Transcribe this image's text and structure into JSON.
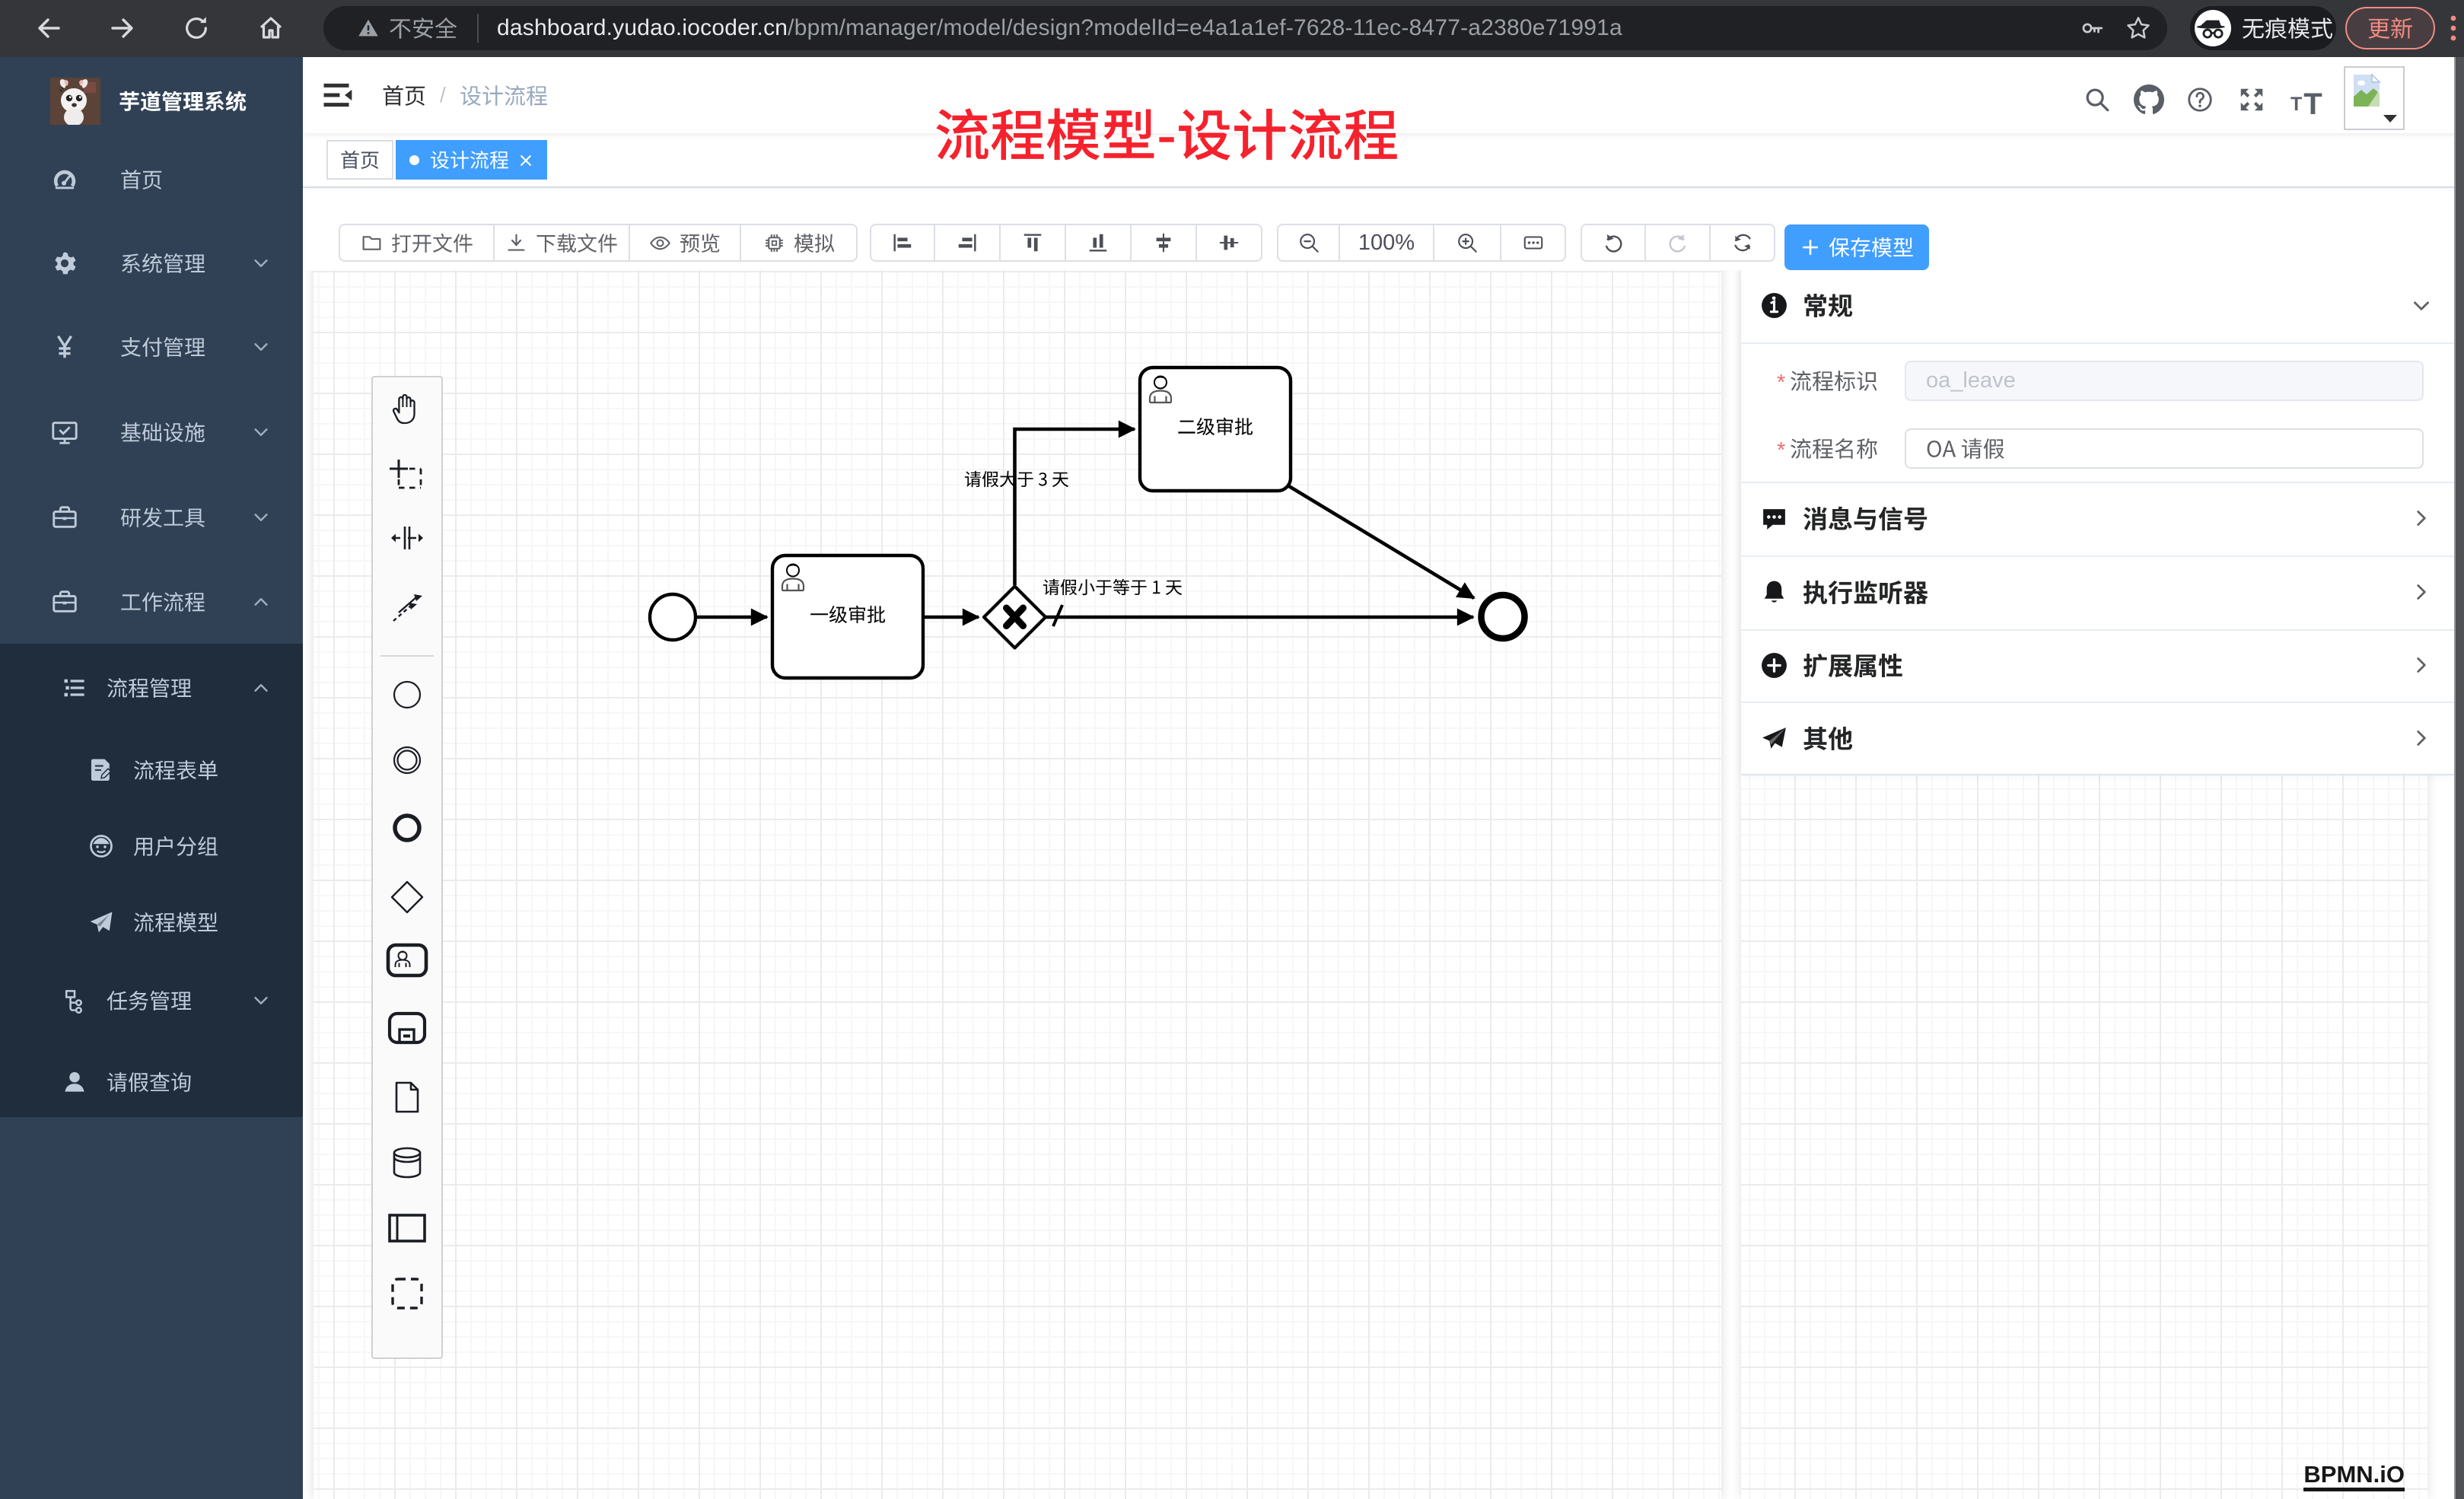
{
  "browser": {
    "security_label": "不安全",
    "url_host": "dashboard.yudao.iocoder.cn",
    "url_path": "/bpm/manager/model/design?modelId=e4a1a1ef-7628-11ec-8477-a2380e71991a",
    "incognito_label": "无痕模式",
    "update_label": "更新"
  },
  "sidebar": {
    "logo_title": "芋道管理系统",
    "items": [
      {
        "label": "首页"
      },
      {
        "label": "系统管理",
        "expandable": true
      },
      {
        "label": "支付管理",
        "expandable": true
      },
      {
        "label": "基础设施",
        "expandable": true
      },
      {
        "label": "研发工具",
        "expandable": true
      },
      {
        "label": "工作流程",
        "expandable": true,
        "expanded": true
      }
    ],
    "workflow_children": [
      {
        "label": "流程管理",
        "expandable": true,
        "expanded": true
      },
      {
        "label": "流程表单"
      },
      {
        "label": "用户分组"
      },
      {
        "label": "流程模型"
      },
      {
        "label": "任务管理",
        "expandable": true
      },
      {
        "label": "请假查询"
      }
    ]
  },
  "navbar": {
    "breadcrumb": {
      "home": "首页",
      "current": "设计流程"
    }
  },
  "tags": {
    "items": [
      {
        "label": "首页",
        "active": false
      },
      {
        "label": "设计流程",
        "active": true
      }
    ]
  },
  "annotation": {
    "text": "流程模型-设计流程",
    "color": "#f5222d"
  },
  "toolbar": {
    "open_label": "打开文件",
    "download_label": "下载文件",
    "preview_label": "预览",
    "simulate_label": "模拟",
    "zoom_value": "100%",
    "save_label": "保存模型"
  },
  "diagram": {
    "tasks": {
      "task1": "一级审批",
      "task2": "二级审批"
    },
    "flow_labels": {
      "gt3": "请假大于 3 天",
      "le1": "请假小于等于 1 天"
    }
  },
  "panel": {
    "sections": [
      {
        "title": "常规",
        "expanded": true
      },
      {
        "title": "消息与信号"
      },
      {
        "title": "执行监听器"
      },
      {
        "title": "扩展属性"
      },
      {
        "title": "其他"
      }
    ],
    "fields": [
      {
        "label": "流程标识",
        "required": true,
        "placeholder": "oa_leave"
      },
      {
        "label": "流程名称",
        "required": true,
        "value": "OA 请假"
      }
    ]
  },
  "watermark": "BPMN.iO"
}
